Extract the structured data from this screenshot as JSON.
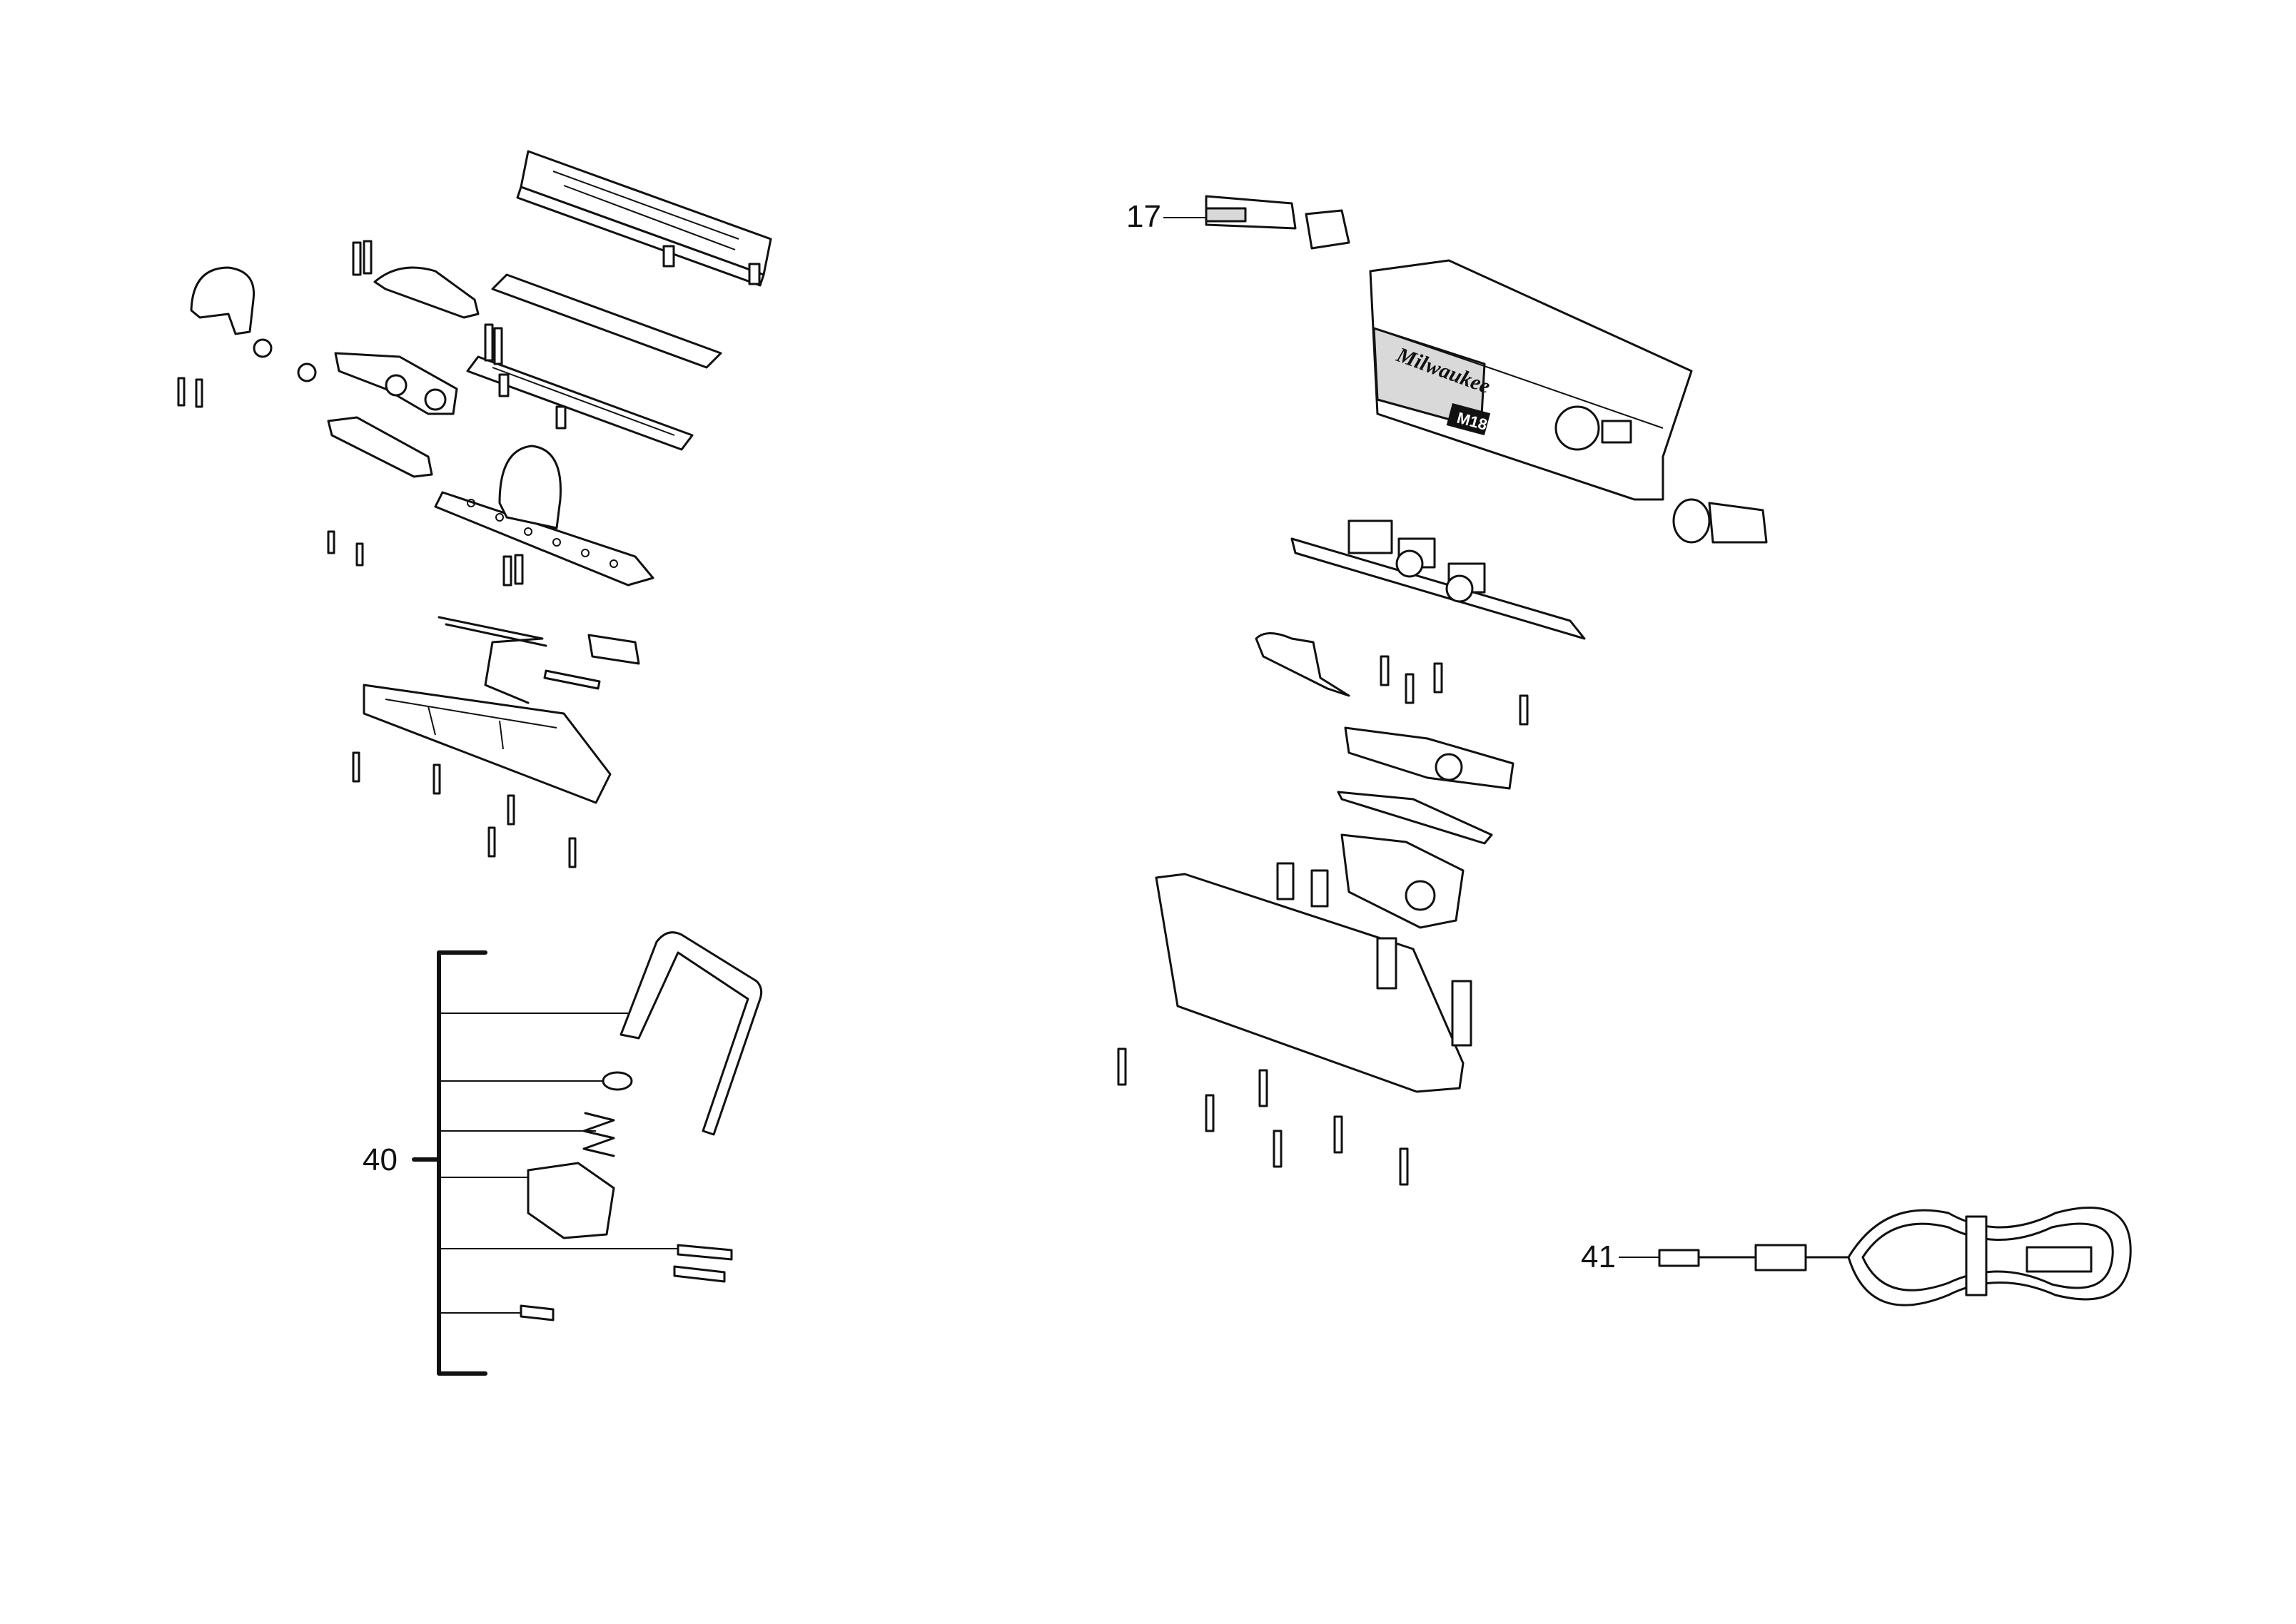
{
  "callouts": [
    {
      "id": "17",
      "label": "17"
    },
    {
      "id": "40",
      "label": "40"
    },
    {
      "id": "41",
      "label": "41"
    }
  ],
  "housing": {
    "brand": "Milwaukee",
    "badge": "M18"
  },
  "colors": {
    "line": "#111111",
    "background": "#ffffff",
    "fill": "#d9d9d9"
  }
}
